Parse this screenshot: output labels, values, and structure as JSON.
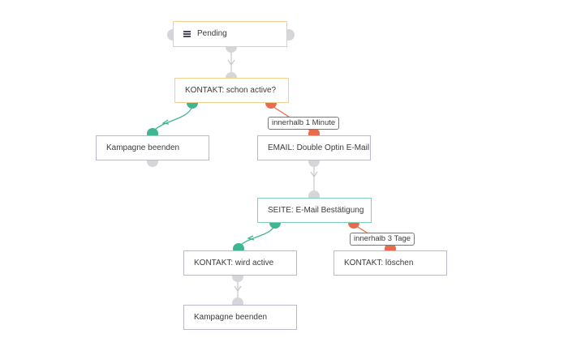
{
  "nodes": {
    "pending": {
      "label": "Pending",
      "icon": "list-icon"
    },
    "kontakt_active_check": {
      "label": "KONTAKT: schon active?"
    },
    "kampagne_beenden_1": {
      "label": "Kampagne beenden"
    },
    "email_double_optin": {
      "label": "EMAIL: Double Optin E-Mail"
    },
    "seite_bestaetigung": {
      "label": "SEITE: E-Mail Bestätigung"
    },
    "kontakt_wird_active": {
      "label": "KONTAKT: wird active"
    },
    "kontakt_loeschen": {
      "label": "KONTAKT: löschen"
    },
    "kampagne_beenden_2": {
      "label": "Kampagne beenden"
    }
  },
  "labels": {
    "delay_1": "innerhalb 1 Minute",
    "delay_2": "innerhalb 3 Tage"
  },
  "colors": {
    "yes_branch": "#3fb592",
    "no_branch": "#ea6a4e",
    "port_neutral": "#d6d6da",
    "edge_neutral": "#c8c8cc"
  }
}
